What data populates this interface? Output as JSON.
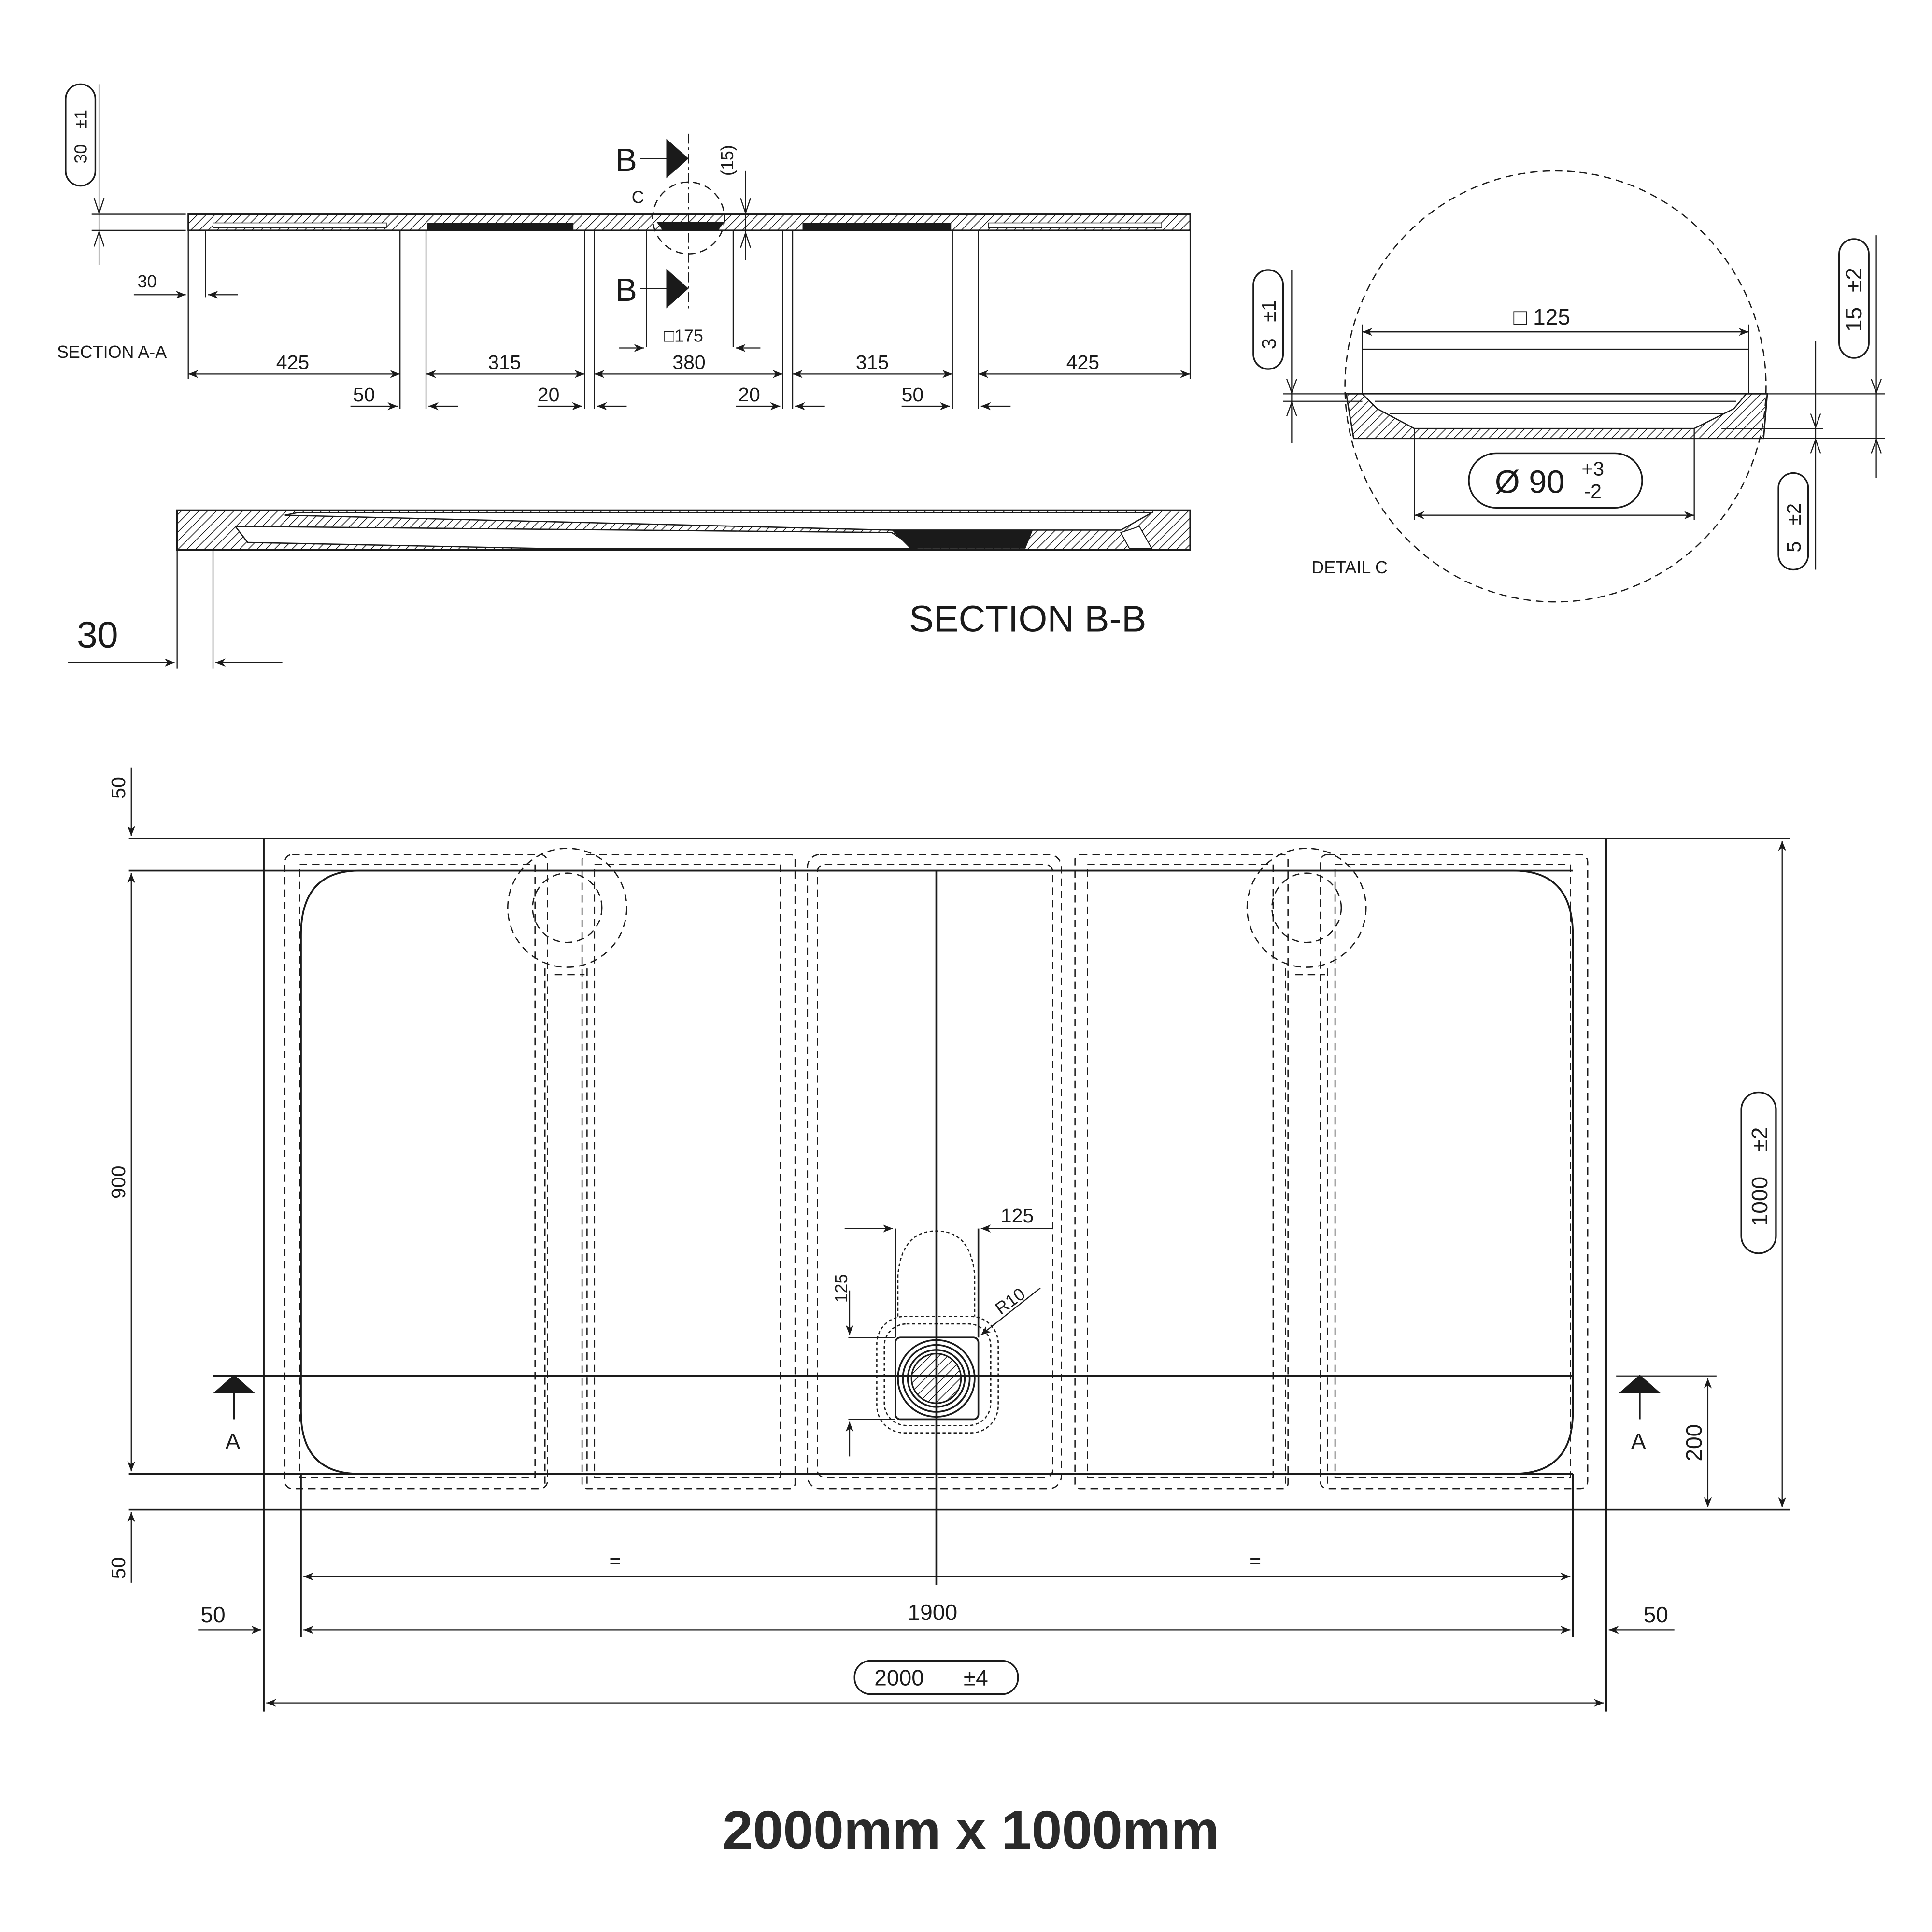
{
  "title": "2000mm x 1000mm",
  "section_aa": {
    "label": "SECTION A-A",
    "thickness_value": "30",
    "thickness_tol": "±1",
    "edge_offset": "30",
    "dims_top": [
      "425",
      "315",
      "380",
      "315",
      "425"
    ],
    "dims_bottom": [
      "50",
      "20",
      "20",
      "50"
    ],
    "drain_square": "□175",
    "drain_depth": "(15)",
    "cut_marker": "B",
    "detail_marker": "C"
  },
  "section_bb": {
    "label": "SECTION B-B",
    "edge_offset": "30"
  },
  "detail_c": {
    "label": "DETAIL C",
    "square": "□  125",
    "diameter_value": "Ø 90",
    "diameter_tol_plus": "+3",
    "diameter_tol_minus": "-2",
    "left_value": "3",
    "left_tol": "±1",
    "right_top_value": "15",
    "right_top_tol": "±2",
    "right_bottom_value": "5",
    "right_bottom_tol": "±2"
  },
  "plan": {
    "top_margin": "50",
    "bottom_margin": "50",
    "inner_height": "900",
    "total_height_value": "1000",
    "total_height_tol": "±2",
    "section_offset": "200",
    "section_marker": "A",
    "drain_width": "125",
    "drain_height": "125",
    "drain_radius": "R10",
    "equal_left": "=",
    "equal_right": "=",
    "inner_width": "1900",
    "left_margin": "50",
    "right_margin": "50",
    "total_width_value": "2000",
    "total_width_tol": "±4"
  }
}
